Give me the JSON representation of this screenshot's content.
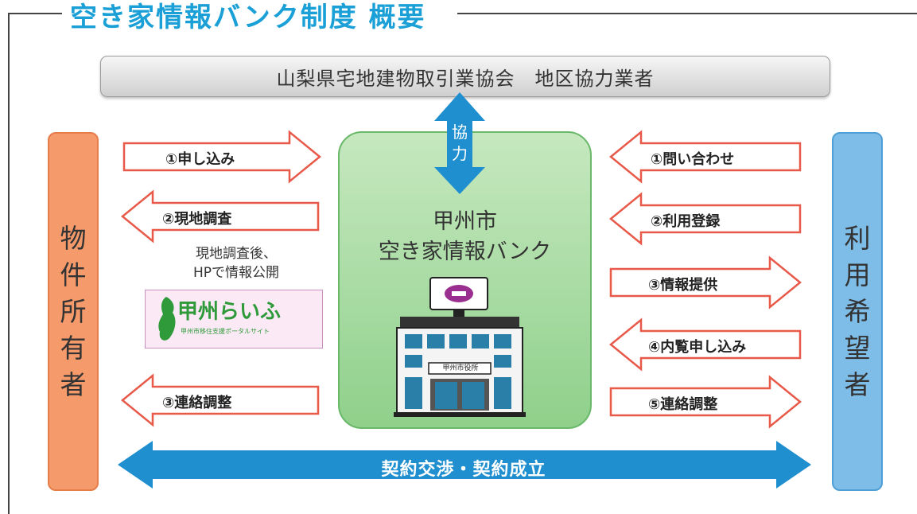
{
  "title": "空き家情報バンク制度 概要",
  "association": "山梨県宅地建物取引業協会　地区協力業者",
  "cooperation": "協力",
  "owner_label": "物件所有者",
  "user_label": "利用希望者",
  "center": {
    "line1": "甲州市",
    "line2": "空き家情報バンク",
    "building_sign": "甲州市役所"
  },
  "left_arrows": [
    {
      "label": "①申し込み",
      "direction": "right"
    },
    {
      "label": "②現地調査",
      "direction": "left"
    },
    {
      "label": "③連絡調整",
      "direction": "left"
    }
  ],
  "right_arrows": [
    {
      "label": "①問い合わせ",
      "direction": "left"
    },
    {
      "label": "②利用登録",
      "direction": "left"
    },
    {
      "label": "③情報提供",
      "direction": "right"
    },
    {
      "label": "④内覧申し込み",
      "direction": "left"
    },
    {
      "label": "⑤連絡調整",
      "direction": "right"
    }
  ],
  "note": {
    "line1": "現地調査後、",
    "line2": "HPで情報公開"
  },
  "logo": {
    "main": "甲州らいふ",
    "sub": "甲州市移住支援ポータルサイト"
  },
  "contract": "契約交渉・契約成立",
  "colors": {
    "title": "#1aa0d6",
    "owner_bar": "#f59a6b",
    "user_bar": "#7dbde8",
    "center_box": "#8fd08b",
    "outline_arrow_stroke": "#e8594a",
    "blue_arrow": "#1f8fcf"
  }
}
